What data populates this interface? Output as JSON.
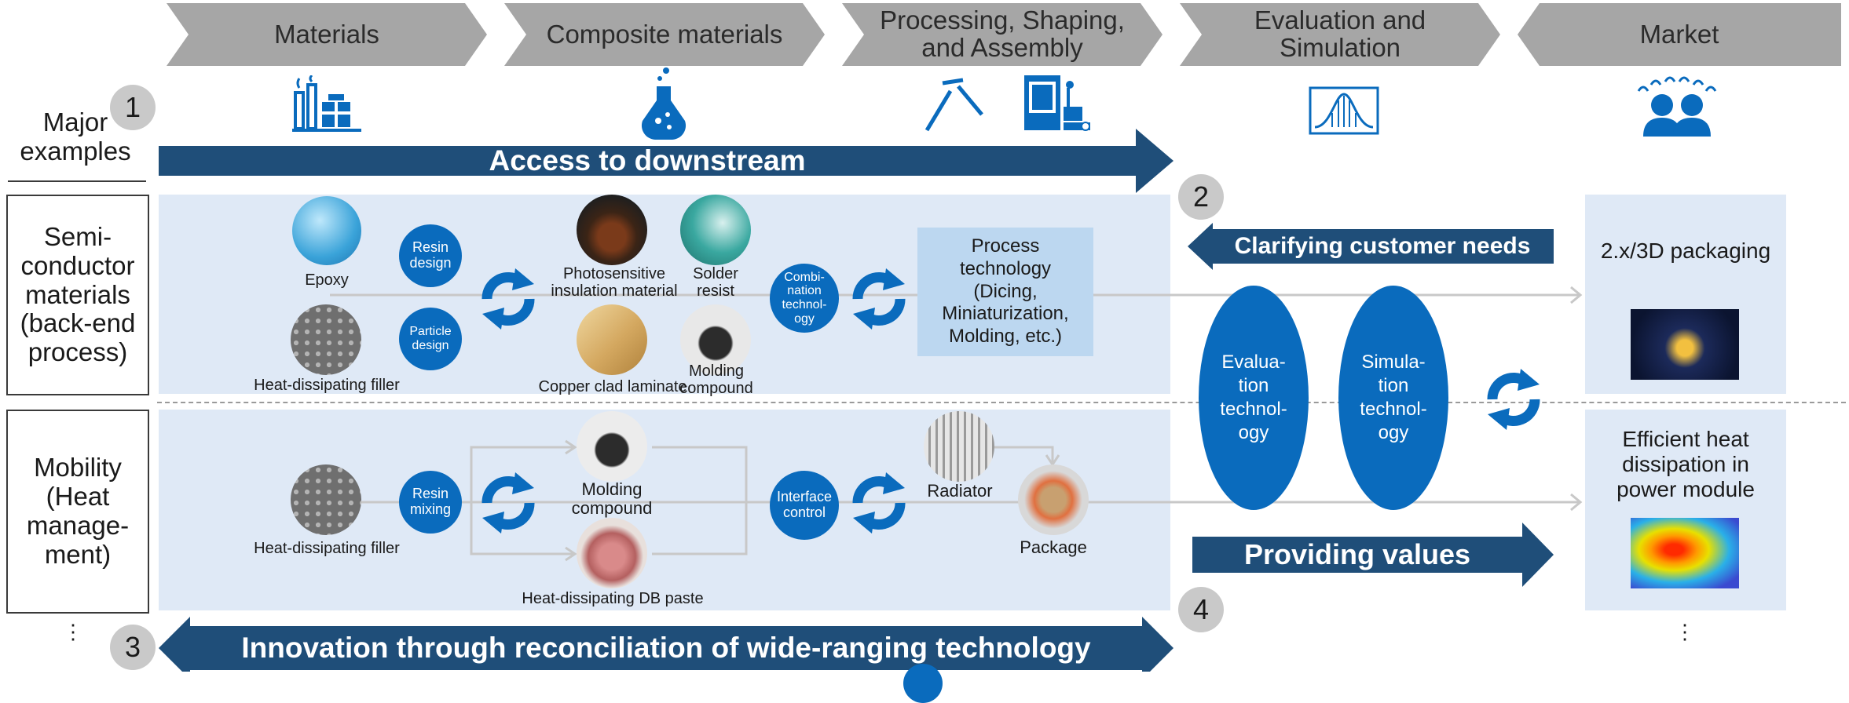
{
  "stages": [
    "Materials",
    "Composite materials",
    "Processing, Shaping, and Assembly",
    "Evaluation and Simulation",
    "Market"
  ],
  "row_header": "Major examples",
  "rows": [
    "Semi-conductor materials (back-end process)",
    "Mobility (Heat manage-ment)"
  ],
  "numbers": [
    "1",
    "2",
    "3",
    "4"
  ],
  "arrows": {
    "downstream": "Access to downstream",
    "customer_needs": "Clarifying customer needs",
    "providing_values": "Providing values",
    "innovation": "Innovation through reconciliation of wide-ranging technology"
  },
  "semiconductor": {
    "epoxy": "Epoxy",
    "filler": "Heat-dissipating filler",
    "resin_design": "Resin design",
    "particle_design": "Particle design",
    "photosensitive": "Photosensitive insulation material",
    "solder_resist": "Solder resist",
    "copper_clad": "Copper clad laminate",
    "molding": "Molding compound",
    "combination": "Combi-nation technol-ogy",
    "process_tech": "Process technology (Dicing, Miniaturization, Molding, etc.)"
  },
  "mobility": {
    "filler": "Heat-dissipating filler",
    "resin_mixing": "Resin mixing",
    "molding": "Molding compound",
    "db_paste": "Heat-dissipating DB paste",
    "interface": "Interface control",
    "radiator": "Radiator",
    "package": "Package"
  },
  "evaluation": "Evalua-tion technol-ogy",
  "simulation": "Simula-tion technol-ogy",
  "market": {
    "packaging": "2.x/3D packaging",
    "heat": "Efficient heat dissipation in power module"
  },
  "ellipsis": "⋮",
  "colors": {
    "navy": "#1f4e79",
    "blue": "#0a6bbd",
    "panel": "#dfe9f6",
    "chevron": "#a6a6a6"
  },
  "icons": [
    "factory-icon",
    "flask-icon",
    "test-tube-icon",
    "machine-icon",
    "bell-curve-chart-icon",
    "audience-icon"
  ]
}
